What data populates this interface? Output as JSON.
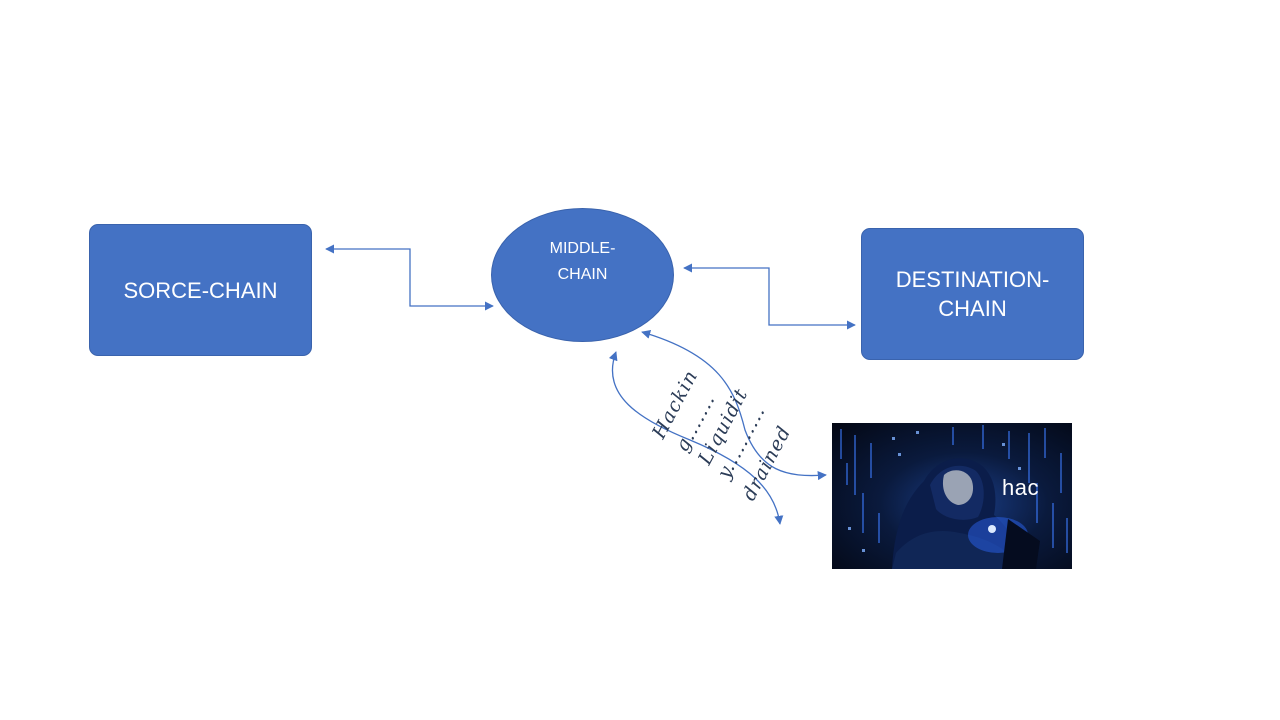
{
  "nodes": {
    "source": {
      "label": "SORCE-CHAIN"
    },
    "middle": {
      "line1": "MIDDLE-",
      "line2": "CHAIN"
    },
    "destination": {
      "line1": "DESTINATION-",
      "line2": "CHAIN"
    }
  },
  "annotations": {
    "hack_note_1": "Hackin",
    "hack_note_2": "g.......",
    "hack_note_3": "Liquidit",
    "hack_note_4": "y..........",
    "hack_note_5": "drained"
  },
  "hacker_image": {
    "caption": "hac"
  },
  "colors": {
    "node_fill": "#4472c4",
    "connector": "#4472c4",
    "node_text": "#ffffff"
  }
}
